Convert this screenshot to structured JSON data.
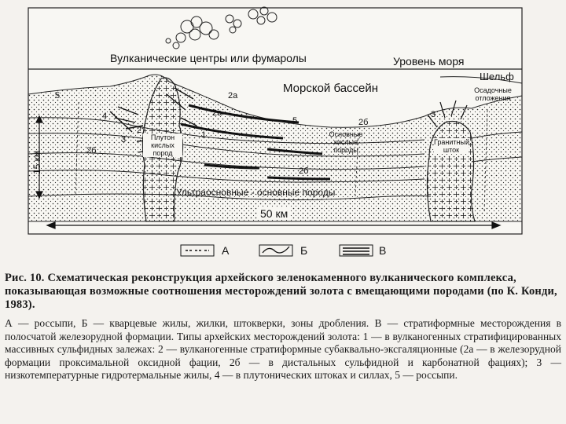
{
  "diagram": {
    "labels": {
      "volcanic_centers": "Вулканические центры или фумаролы",
      "sea_level": "Уровень моря",
      "shelf": "Шельф",
      "sea_basin": "Морской бассейн",
      "sedimentary": "Осадочные отложения",
      "pluton": "Плутон кислых пород",
      "basic_acid": "Основные кислые породы",
      "granite_stock": "Гранитный шток",
      "ultrabasic": "Ультраосновные - основные породы",
      "depth": "15 км",
      "width": "50 км"
    },
    "numbers": [
      "5",
      "4",
      "3",
      "2",
      "2б",
      "2а",
      "2а",
      "2б",
      "5",
      "1",
      "2б",
      "3"
    ]
  },
  "legend": [
    {
      "label": "А"
    },
    {
      "label": "Б"
    },
    {
      "label": "В"
    }
  ],
  "caption": "Рис. 10. Схематическая реконструкция архейского зеленокаменного вулканического комплекса, показывающая возможные соотношения месторождений золота с вмещающими породами (по К. Конди, 1983).",
  "body": "А — россыпи, Б — кварцевые жилы, жилки, штокверки, зоны дробления. В — стратиформные месторождения в полосчатой железорудной формации. Типы архейских месторождений золота: 1 — в вулканогенных стратифицированных массивных сульфидных залежах: 2 — вулканогенные стратиформные субаквально-эксгаляционные (2а — в железорудной формации проксимальной оксидной фации, 2б — в дистальных сульфидной и карбонатной фациях); 3 — низкотемпературные гидротермальные жилы, 4 — в плутонических штоках и силлах, 5 — россыпи."
}
